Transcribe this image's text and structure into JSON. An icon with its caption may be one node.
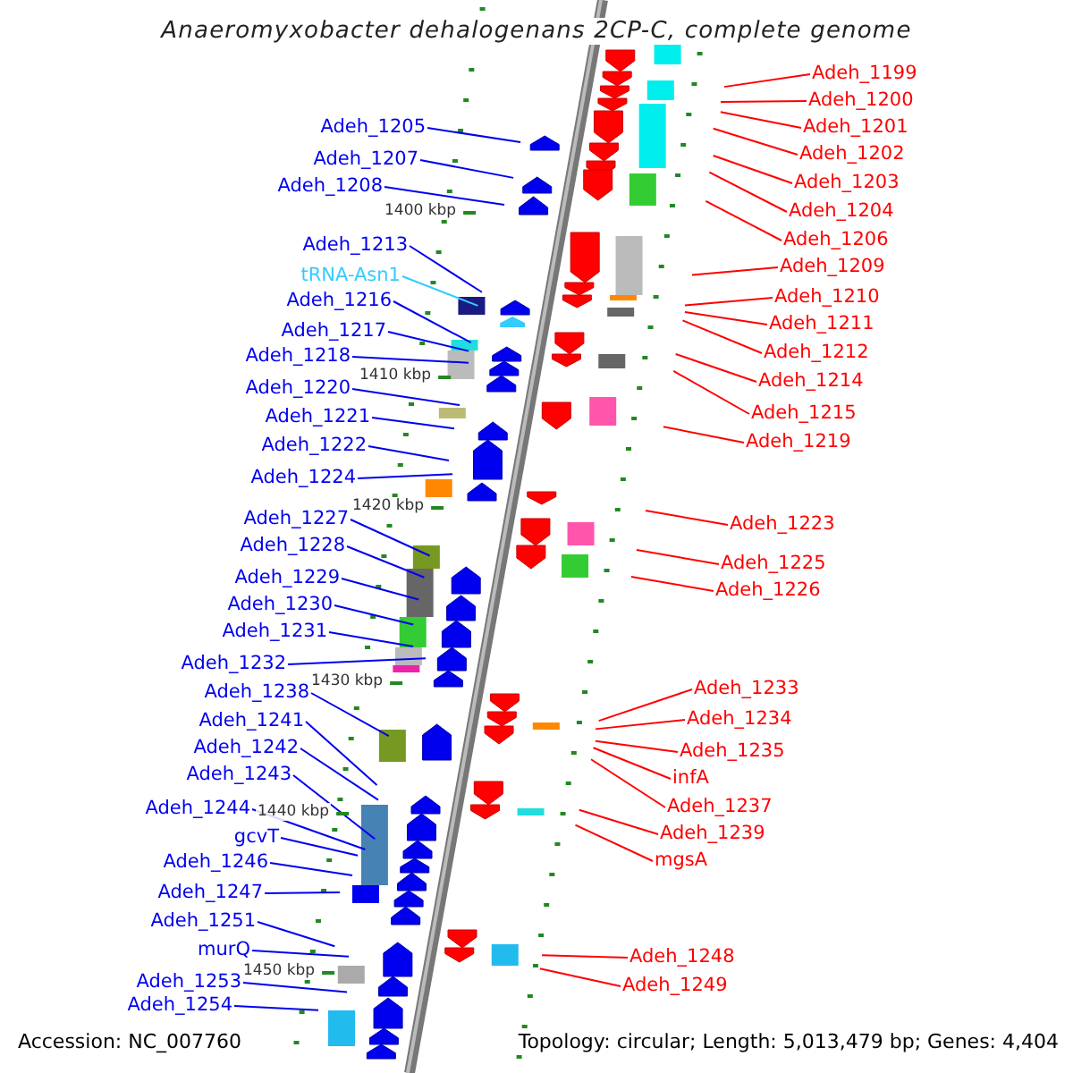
{
  "diagram": {
    "title": "Anaeromyxobacter dehalogenans 2CP-C, complete genome",
    "nodes": [
      {
        "text": [
          "Adeh_1205"
        ]
      },
      {
        "text": [
          "Adeh_1207"
        ]
      },
      {
        "text": [
          "Adeh_1208"
        ]
      },
      {
        "text": [
          "Adeh_1213"
        ]
      },
      {
        "text": [
          "tRNA-Asn1"
        ]
      },
      {
        "text": [
          "Adeh_1216"
        ]
      },
      {
        "text": [
          "Adeh_1217"
        ]
      },
      {
        "text": [
          "Adeh_1218"
        ]
      },
      {
        "text": [
          "Adeh_1220"
        ]
      },
      {
        "text": [
          "Adeh_1221"
        ]
      },
      {
        "text": [
          "Adeh_1222"
        ]
      },
      {
        "text": [
          "Adeh_1224"
        ]
      },
      {
        "text": [
          "Adeh_1227"
        ]
      },
      {
        "text": [
          "Adeh_1228"
        ]
      },
      {
        "text": [
          "Adeh_1229"
        ]
      },
      {
        "text": [
          "Adeh_1230"
        ]
      },
      {
        "text": [
          "Adeh_1231"
        ]
      },
      {
        "text": [
          "Adeh_1232"
        ]
      },
      {
        "text": [
          "Adeh_1238"
        ]
      },
      {
        "text": [
          "Adeh_1241"
        ]
      },
      {
        "text": [
          "Adeh_1242"
        ]
      },
      {
        "text": [
          "Adeh_1243"
        ]
      },
      {
        "text": [
          "Adeh_1244"
        ]
      },
      {
        "text": [
          "gcvT"
        ]
      },
      {
        "text": [
          "Adeh_1246"
        ]
      },
      {
        "text": [
          "Adeh_1247"
        ]
      },
      {
        "text": [
          "Adeh_1251"
        ]
      },
      {
        "text": [
          "murQ"
        ]
      },
      {
        "text": [
          "Adeh_1253"
        ]
      },
      {
        "text": [
          "Adeh_1254"
        ]
      },
      {
        "text": [
          "Adeh_1199"
        ]
      },
      {
        "text": [
          "Adeh_1200"
        ]
      },
      {
        "text": [
          "Adeh_1201"
        ]
      },
      {
        "text": [
          "Adeh_1202"
        ]
      },
      {
        "text": [
          "Adeh_1203"
        ]
      },
      {
        "text": [
          "Adeh_1204"
        ]
      },
      {
        "text": [
          "Adeh_1206"
        ]
      },
      {
        "text": [
          "Adeh_1209"
        ]
      },
      {
        "text": [
          "Adeh_1210"
        ]
      },
      {
        "text": [
          "Adeh_1211"
        ]
      },
      {
        "text": [
          "Adeh_1212"
        ]
      },
      {
        "text": [
          "Adeh_1214"
        ]
      },
      {
        "text": [
          "Adeh_1215"
        ]
      },
      {
        "text": [
          "Adeh_1219"
        ]
      },
      {
        "text": [
          "Adeh_1223"
        ]
      },
      {
        "text": [
          "Adeh_1225"
        ]
      },
      {
        "text": [
          "Adeh_1226"
        ]
      },
      {
        "text": [
          "Adeh_1233"
        ]
      },
      {
        "text": [
          "Adeh_1234"
        ]
      },
      {
        "text": [
          "Adeh_1235"
        ]
      },
      {
        "text": [
          "infA"
        ]
      },
      {
        "text": [
          "Adeh_1237"
        ]
      },
      {
        "text": [
          "Adeh_1239"
        ]
      },
      {
        "text": [
          "mgsA"
        ]
      },
      {
        "text": [
          "Adeh_1248"
        ]
      },
      {
        "text": [
          "Adeh_1249"
        ]
      }
    ],
    "edges": [
      {
        "from": 0,
        "to": null,
        "arrow": "none"
      },
      {
        "from": 1,
        "to": null,
        "arrow": "none"
      },
      {
        "from": 2,
        "to": null,
        "arrow": "none"
      },
      {
        "from": 3,
        "to": null,
        "arrow": "none"
      },
      {
        "from": 4,
        "to": null,
        "arrow": "none",
        "color": "#33ccff"
      },
      {
        "from": 5,
        "to": null,
        "arrow": "none"
      },
      {
        "from": 6,
        "to": null,
        "arrow": "none"
      },
      {
        "from": 7,
        "to": null,
        "arrow": "none"
      },
      {
        "from": 8,
        "to": null,
        "arrow": "none"
      },
      {
        "from": 9,
        "to": null,
        "arrow": "none"
      },
      {
        "from": 10,
        "to": null,
        "arrow": "none"
      },
      {
        "from": 11,
        "to": null,
        "arrow": "none"
      },
      {
        "from": 12,
        "to": null,
        "arrow": "none"
      },
      {
        "from": 13,
        "to": null,
        "arrow": "none"
      },
      {
        "from": 14,
        "to": null,
        "arrow": "none"
      },
      {
        "from": 15,
        "to": null,
        "arrow": "none"
      },
      {
        "from": 16,
        "to": null,
        "arrow": "none"
      },
      {
        "from": 17,
        "to": null,
        "arrow": "none"
      },
      {
        "from": 18,
        "to": null,
        "arrow": "none"
      },
      {
        "from": 19,
        "to": null,
        "arrow": "none"
      },
      {
        "from": 20,
        "to": null,
        "arrow": "none"
      },
      {
        "from": 21,
        "to": null,
        "arrow": "none"
      },
      {
        "from": 22,
        "to": null,
        "arrow": "none"
      },
      {
        "from": 23,
        "to": null,
        "arrow": "none"
      },
      {
        "from": 24,
        "to": null,
        "arrow": "none"
      },
      {
        "from": 25,
        "to": null,
        "arrow": "none"
      },
      {
        "from": 26,
        "to": null,
        "arrow": "none"
      },
      {
        "from": 27,
        "to": null,
        "arrow": "none"
      },
      {
        "from": 28,
        "to": null,
        "arrow": "none"
      },
      {
        "from": 29,
        "to": null,
        "arrow": "none"
      },
      {
        "from": 30,
        "to": null,
        "arrow": "none",
        "color": "#ff0000"
      },
      {
        "from": 31,
        "to": null,
        "arrow": "none",
        "color": "#ff0000"
      },
      {
        "from": 32,
        "to": null,
        "arrow": "none",
        "color": "#ff0000"
      },
      {
        "from": 33,
        "to": null,
        "arrow": "none",
        "color": "#ff0000"
      },
      {
        "from": 34,
        "to": null,
        "arrow": "none",
        "color": "#ff0000"
      },
      {
        "from": 35,
        "to": null,
        "arrow": "none",
        "color": "#ff0000"
      },
      {
        "from": 36,
        "to": null,
        "arrow": "none",
        "color": "#ff0000"
      },
      {
        "from": 37,
        "to": null,
        "arrow": "none",
        "color": "#ff0000"
      },
      {
        "from": 38,
        "to": null,
        "arrow": "none",
        "color": "#ff0000"
      },
      {
        "from": 39,
        "to": null,
        "arrow": "none",
        "color": "#ff0000"
      },
      {
        "from": 40,
        "to": null,
        "arrow": "none",
        "color": "#ff0000"
      },
      {
        "from": 41,
        "to": null,
        "arrow": "none",
        "color": "#ff0000"
      },
      {
        "from": 42,
        "to": null,
        "arrow": "none",
        "color": "#ff0000"
      },
      {
        "from": 43,
        "to": null,
        "arrow": "none",
        "color": "#ff0000"
      },
      {
        "from": 44,
        "to": null,
        "arrow": "none",
        "color": "#ff0000"
      },
      {
        "from": 45,
        "to": null,
        "arrow": "none",
        "color": "#ff0000"
      },
      {
        "from": 46,
        "to": null,
        "arrow": "none",
        "color": "#ff0000"
      },
      {
        "from": 47,
        "to": null,
        "arrow": "none",
        "color": "#ff0000"
      },
      {
        "from": 48,
        "to": null,
        "arrow": "none",
        "color": "#ff0000"
      },
      {
        "from": 49,
        "to": null,
        "arrow": "none",
        "color": "#ff0000"
      },
      {
        "from": 50,
        "to": null,
        "arrow": "none",
        "color": "#ff0000"
      },
      {
        "from": 51,
        "to": null,
        "arrow": "none",
        "color": "#ff0000"
      },
      {
        "from": 52,
        "to": null,
        "arrow": "none",
        "color": "#ff0000"
      },
      {
        "from": 53,
        "to": null,
        "arrow": "none",
        "color": "#ff0000"
      },
      {
        "from": 54,
        "to": null,
        "arrow": "none",
        "color": "#ff0000"
      },
      {
        "from": 55,
        "to": null,
        "arrow": "none",
        "color": "#ff0000"
      }
    ],
    "labels": [
      "1400 kbp",
      "1410 kbp",
      "1420 kbp",
      "1430 kbp",
      "1440 kbp",
      "1450 kbp",
      "Accession: NC_007760",
      "Topology: circular; Length: 5,013,479 bp; Genes: 4,404"
    ]
  }
}
